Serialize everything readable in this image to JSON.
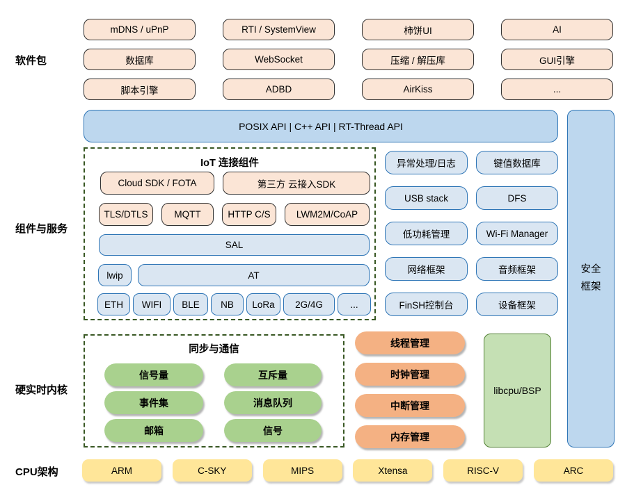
{
  "labels": {
    "software_packages": "软件包",
    "components_services": "组件与服务",
    "kernel": "硬实时内核",
    "cpu_arch": "CPU架构"
  },
  "software_packages": {
    "items": [
      "mDNS / uPnP",
      "RTI / SystemView",
      "柿饼UI",
      "AI",
      "数据库",
      "WebSocket",
      "压缩 / 解压库",
      "GUI引擎",
      "脚本引擎",
      "ADBD",
      "AirKiss",
      "..."
    ]
  },
  "api_bar": {
    "label": "POSIX API  |  C++ API  |  RT-Thread API"
  },
  "iot": {
    "title": "IoT 连接组件",
    "row1": [
      "Cloud SDK / FOTA",
      "第三方 云接入SDK"
    ],
    "row2": [
      "TLS/DTLS",
      "MQTT",
      "HTTP C/S",
      "LWM2M/CoAP"
    ],
    "sal": "SAL",
    "lwip": "lwip",
    "at": "AT",
    "links": [
      "ETH",
      "WIFI",
      "BLE",
      "NB",
      "LoRa",
      "2G/4G",
      "..."
    ]
  },
  "services": {
    "items": [
      "异常处理/日志",
      "键值数据库",
      "USB stack",
      "DFS",
      "低功耗管理",
      "Wi-Fi Manager",
      "网络框架",
      "音频框架",
      "FinSH控制台",
      "设备框架"
    ]
  },
  "security": {
    "line1": "安全",
    "line2": "框架"
  },
  "sync_comm": {
    "title": "同步与通信",
    "items": [
      "信号量",
      "互斥量",
      "事件集",
      "消息队列",
      "邮箱",
      "信号"
    ]
  },
  "kernel_mgmt": {
    "items": [
      "线程管理",
      "时钟管理",
      "中断管理",
      "内存管理"
    ]
  },
  "libcpu": {
    "label": "libcpu/BSP"
  },
  "cpu": {
    "items": [
      "ARM",
      "C-SKY",
      "MIPS",
      "Xtensa",
      "RISC-V",
      "ARC"
    ]
  },
  "colors": {
    "peach_fill": "#fbe5d6",
    "peach_border": "#333333",
    "blue_light_fill": "#dae6f2",
    "blue_fill": "#bdd7ee",
    "blue_border": "#2e75b6",
    "green_pill": "#a9d18e",
    "green_box_fill": "#c5e0b4",
    "green_box_border": "#538135",
    "orange_pill": "#f4b183",
    "yellow_pill": "#ffe699",
    "dashed_border": "#385723"
  }
}
